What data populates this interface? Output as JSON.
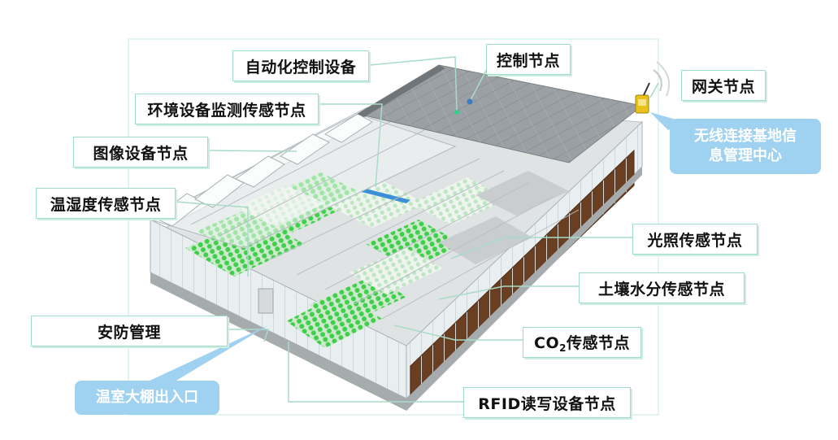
{
  "labels": {
    "auto_control": "自动化控制设备",
    "control_node": "控制节点",
    "gateway_node": "网关节点",
    "env_monitor": "环境设备监测传感节点",
    "image_device": "图像设备节点",
    "temp_humidity": "温湿度传感节点",
    "light_sensor": "光照传感节点",
    "soil_moisture": "土壤水分传感节点",
    "security": "安防管理",
    "co2_prefix": "CO",
    "co2_sub": "2",
    "co2_suffix": "传感节点",
    "rfid": "RFID读写设备节点"
  },
  "callouts": {
    "wireless": "无线连接基地信息管理中心",
    "wireless_line1": "无线连接基地信",
    "wireless_line2": "息管理中心",
    "entrance": "温室大棚出入口"
  },
  "colors": {
    "label_border": "#9fdcc4",
    "leader_line": "#a8dcc8",
    "callout_bg": "#9fd1f0",
    "roof": "#8c9194",
    "plants": "#3fcf4a",
    "sidewall": "#6b3f22",
    "gateway": "#e8c21a"
  }
}
